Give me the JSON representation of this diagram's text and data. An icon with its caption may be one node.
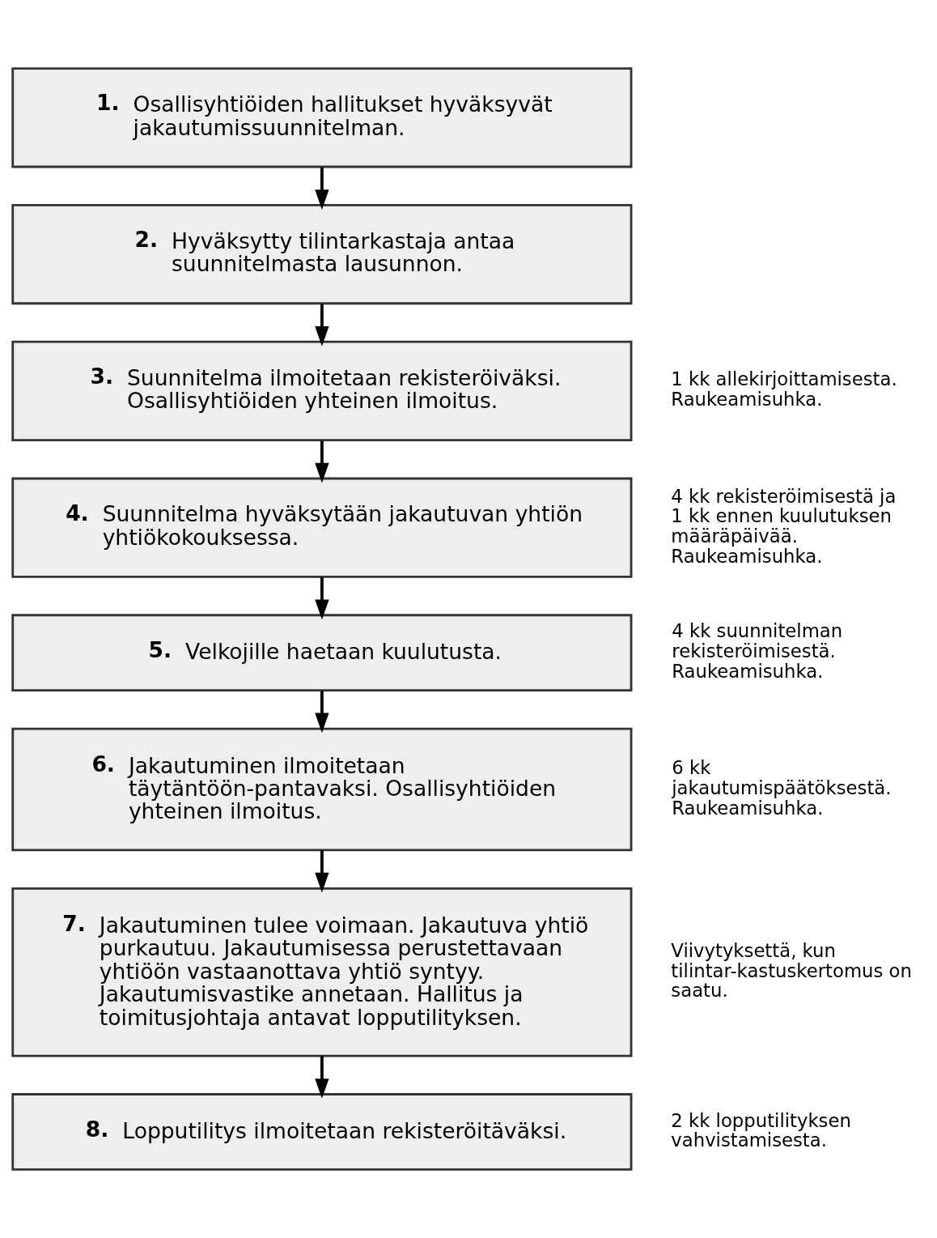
{
  "diagram": {
    "nodes": [
      {
        "text": [
          "1.",
          "Osallisyhtiöiden hallitukset hyväksyvät jakautumissuunnitelman."
        ]
      },
      {
        "text": [
          "2.",
          "Hyväksytty tilintarkastaja antaa suunnitelmasta lausunnon."
        ]
      },
      {
        "text": [
          "3.",
          "Suunnitelma ilmoitetaan rekisteröiväksi. Osallisyhtiöiden yhteinen ilmoitus."
        ],
        "beside": [
          "1 kk allekirjoittamisesta. Raukeamisuhka."
        ]
      },
      {
        "text": [
          "4.",
          "Suunnitelma hyväksytään jakautuvan yhtiön yhtiökokouksessa."
        ],
        "beside": [
          "4 kk rekisteröimisestä ja 1 kk ennen kuulutuksen määräpäivää. Raukeamisuhka."
        ]
      },
      {
        "text": [
          "5.",
          "Velkojille haetaan kuulutusta."
        ],
        "beside": [
          "4 kk suunnitelman rekisteröimisestä. Raukeamisuhka."
        ]
      },
      {
        "text": [
          "6.",
          "Jakautuminen ilmoitetaan täytäntöön-pantavaksi. Osallisyhtiöiden yhteinen ilmoitus."
        ],
        "beside": [
          "6 kk jakautumispäätöksestä. Raukeamisuhka."
        ]
      },
      {
        "text": [
          "7.",
          "Jakautuminen tulee voimaan. Jakautuva yhtiö purkautuu. Jakautumisessa perustettavaan yhtiöön vastaanottava yhtiö syntyy. Jakautumisvastike annetaan. Hallitus ja toimitusjohtaja antavat lopputilityksen."
        ],
        "beside": [
          "Viivytyksettä, kun tilintar-kastuskertomus on saatu."
        ]
      },
      {
        "text": [
          "8.",
          "Lopputilitys ilmoitetaan rekisteröitäväksi."
        ],
        "beside": [
          "2 kk lopputilityksen vahvistamisesta."
        ]
      }
    ],
    "edges": [
      {
        "from": 0,
        "to": 1,
        "arrow": "to"
      },
      {
        "from": 1,
        "to": 2,
        "arrow": "to"
      },
      {
        "from": 2,
        "to": 3,
        "arrow": "to"
      },
      {
        "from": 3,
        "to": 4,
        "arrow": "to"
      },
      {
        "from": 4,
        "to": 5,
        "arrow": "to"
      },
      {
        "from": 5,
        "to": 6,
        "arrow": "to"
      },
      {
        "from": 6,
        "to": 7,
        "arrow": "to"
      }
    ]
  }
}
